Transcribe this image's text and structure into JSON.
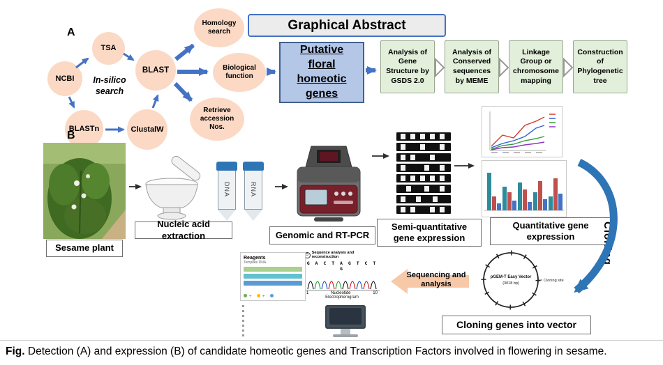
{
  "title": "Graphical Abstract",
  "caption": {
    "label": "Fig.",
    "text": "Detection (A) and expression (B) of candidate homeotic genes and Transcription Factors involved in flowering in sesame."
  },
  "colors": {
    "arrow_blue": "#4472C4",
    "node_peach": "#FBD9C5",
    "putative_blue": "#B4C7E7",
    "step_green": "#E2EFDA",
    "cloning_blue": "#2E75B6",
    "sequencing_peach": "#F7C9A8"
  },
  "panel_a": {
    "label": "A",
    "in_silico": "In-silico search",
    "nodes": {
      "tsa": "TSA",
      "ncbi": "NCBI",
      "blastn": "BLASTn",
      "clustalw": "ClustalW",
      "blast": "BLAST",
      "homology": "Homology search",
      "biological": "Biological function",
      "retrieve": "Retrieve accession Nos."
    },
    "putative": "Putative floral homeotic genes",
    "steps": [
      "Analysis of Gene Structure by GSDS 2.0",
      "Analysis of Conserved sequences by MEME",
      "Linkage Group or chromosome mapping",
      "Construction of Phylogenetic tree"
    ]
  },
  "panel_b": {
    "label": "B",
    "sesame_plant": "Sesame plant",
    "nucleic_acid": "Nucleic acid extraction",
    "tube_dna": "DNA",
    "tube_rna": "RNA",
    "pcr": "Genomic and RT-PCR",
    "semi_quant_line1": "Semi-quantitative",
    "semi_quant_line2": "gene  expression",
    "quant_line1": "Quantitative gene",
    "quant_line2": "expression",
    "cloning": "Cloning",
    "cloning_vector": "Cloning genes into vector",
    "sequencing_line1": "Sequencing  and",
    "sequencing_line2": "analysis",
    "plasmid_name": "pGEM-T Easy Vector",
    "plasmid_size": "(3018 bp)",
    "plasmid_site": "Cloning site",
    "electro": {
      "step": "5",
      "header": "Sequence analysis and reconstruction",
      "sequence": "G A C T A G T C T G",
      "start": "1",
      "mid": "Nucleotide",
      "end": "10",
      "footer": "Electropherogram"
    },
    "reagents": {
      "title": "Reagents",
      "subtitle": "Template DNA"
    }
  }
}
